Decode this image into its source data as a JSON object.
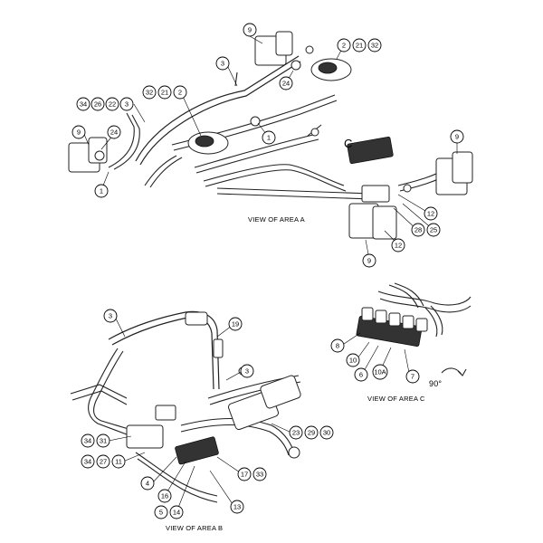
{
  "views": {
    "a": {
      "label": "VIEW OF AREA A",
      "letter": "C"
    },
    "b": {
      "label": "VIEW OF AREA B"
    },
    "c": {
      "label": "VIEW OF AREA C",
      "rotation": "90°"
    }
  },
  "callouts": {
    "a": [
      "9",
      "2",
      "21",
      "32",
      "3",
      "24",
      "34",
      "26",
      "22",
      "3",
      "32",
      "21",
      "2",
      "9",
      "24",
      "1",
      "1",
      "9",
      "12",
      "12",
      "28",
      "25",
      "9"
    ],
    "b": [
      "3",
      "19",
      "3",
      "23",
      "29",
      "30",
      "34",
      "31",
      "34",
      "27",
      "11",
      "4",
      "17",
      "33",
      "16",
      "13",
      "5",
      "14"
    ],
    "c": [
      "8",
      "10",
      "6",
      "10A",
      "7"
    ]
  }
}
